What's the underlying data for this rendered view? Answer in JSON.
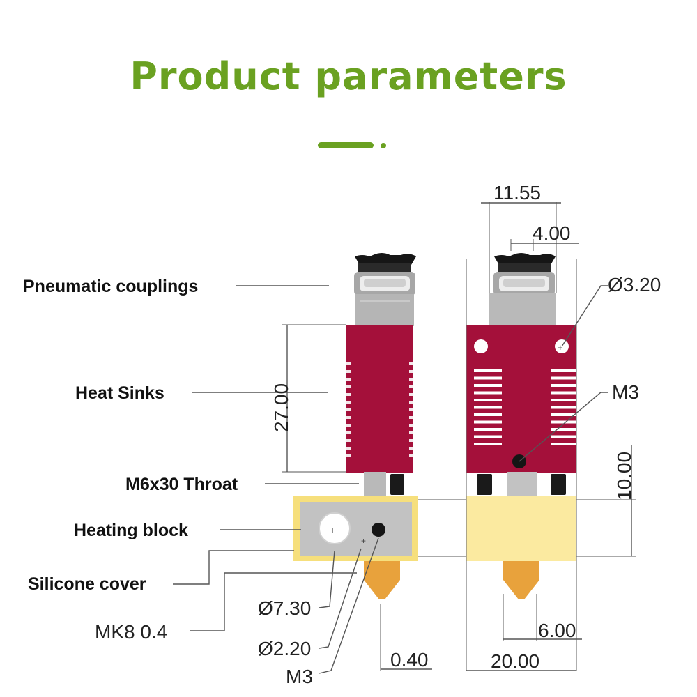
{
  "title": "Product parameters",
  "colors": {
    "title": "#6aa121",
    "heat_sink": "#a4103a",
    "heating_block_left": "#c2c2c2",
    "heating_block_right": "#fbeaa0",
    "silicone_cover": "#f6df7c",
    "nozzle": "#e8a23c"
  },
  "labels": {
    "pneumatic": "Pneumatic couplings",
    "heat_sinks": "Heat Sinks",
    "throat": "M6x30 Throat",
    "heating_block": "Heating block",
    "silicone": "Silicone cover",
    "nozzle": "MK8 0.4"
  },
  "dimensions": {
    "width_top": "11.55",
    "hole_offset": "4.00",
    "hole_dia": "Ø3.20",
    "screw_top": "M3",
    "height_heatsink": "27.00",
    "height_block": "10.00",
    "heater_dia": "Ø7.30",
    "thermistor_dia": "Ø2.20",
    "screw_block": "M3",
    "nozzle_tip": "0.40",
    "block_width": "20.00",
    "nozzle_offset": "6.00"
  }
}
